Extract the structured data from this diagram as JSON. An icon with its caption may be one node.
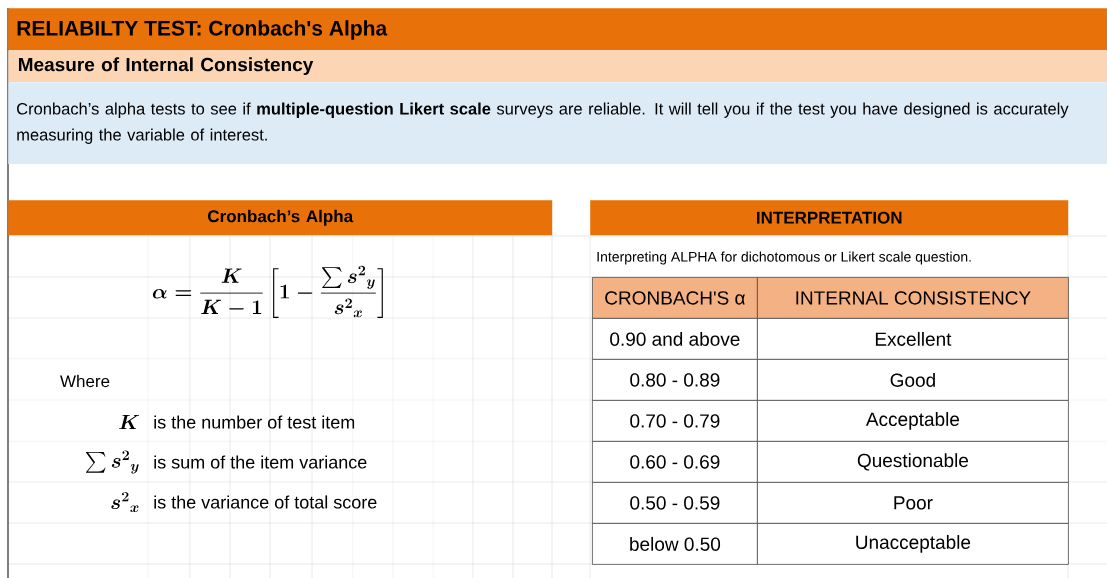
{
  "diagram": {
    "title": "RELIABILTY TEST: Cronbach's Alpha",
    "nodes": [
      {
        "text": [
          "Measure of Internal Consistency"
        ]
      },
      {
        "text": [
          "Cronbach’s alpha tests to see if **multiple-question Likert scale** surveys are reliable. It will tell you if the test you have designed is accurately measuring the variable of interest."
        ]
      },
      {
        "text": [
          "Cronbach’s Alpha"
        ]
      },
      {
        "text": [
          "INTERPRETATION"
        ]
      }
    ],
    "labels": [
      "\\alpha = \\frac{K}{K-1}\\left[1-\\frac{\\sum {s^2}_y}{{s^2}_x}\\right]",
      "Where",
      "K",
      "is the number of test item",
      "\\sum {s^2}_y",
      "is sum of the item variance",
      "{s^2}_x",
      "is the variance of total score",
      "Interpreting ALPHA for dichotomous or Likert scale question.",
      "CRONBACH'S α",
      "INTERNAL CONSISTENCY",
      "0.90 and above",
      "Excellent",
      "0.80 - 0.89",
      "Good",
      "0.70 - 0.79",
      "Acceptable",
      "0.60 - 0.69",
      "Questionable",
      "0.50 - 0.59",
      "Poor",
      "below 0.50",
      "Unacceptable"
    ]
  }
}
